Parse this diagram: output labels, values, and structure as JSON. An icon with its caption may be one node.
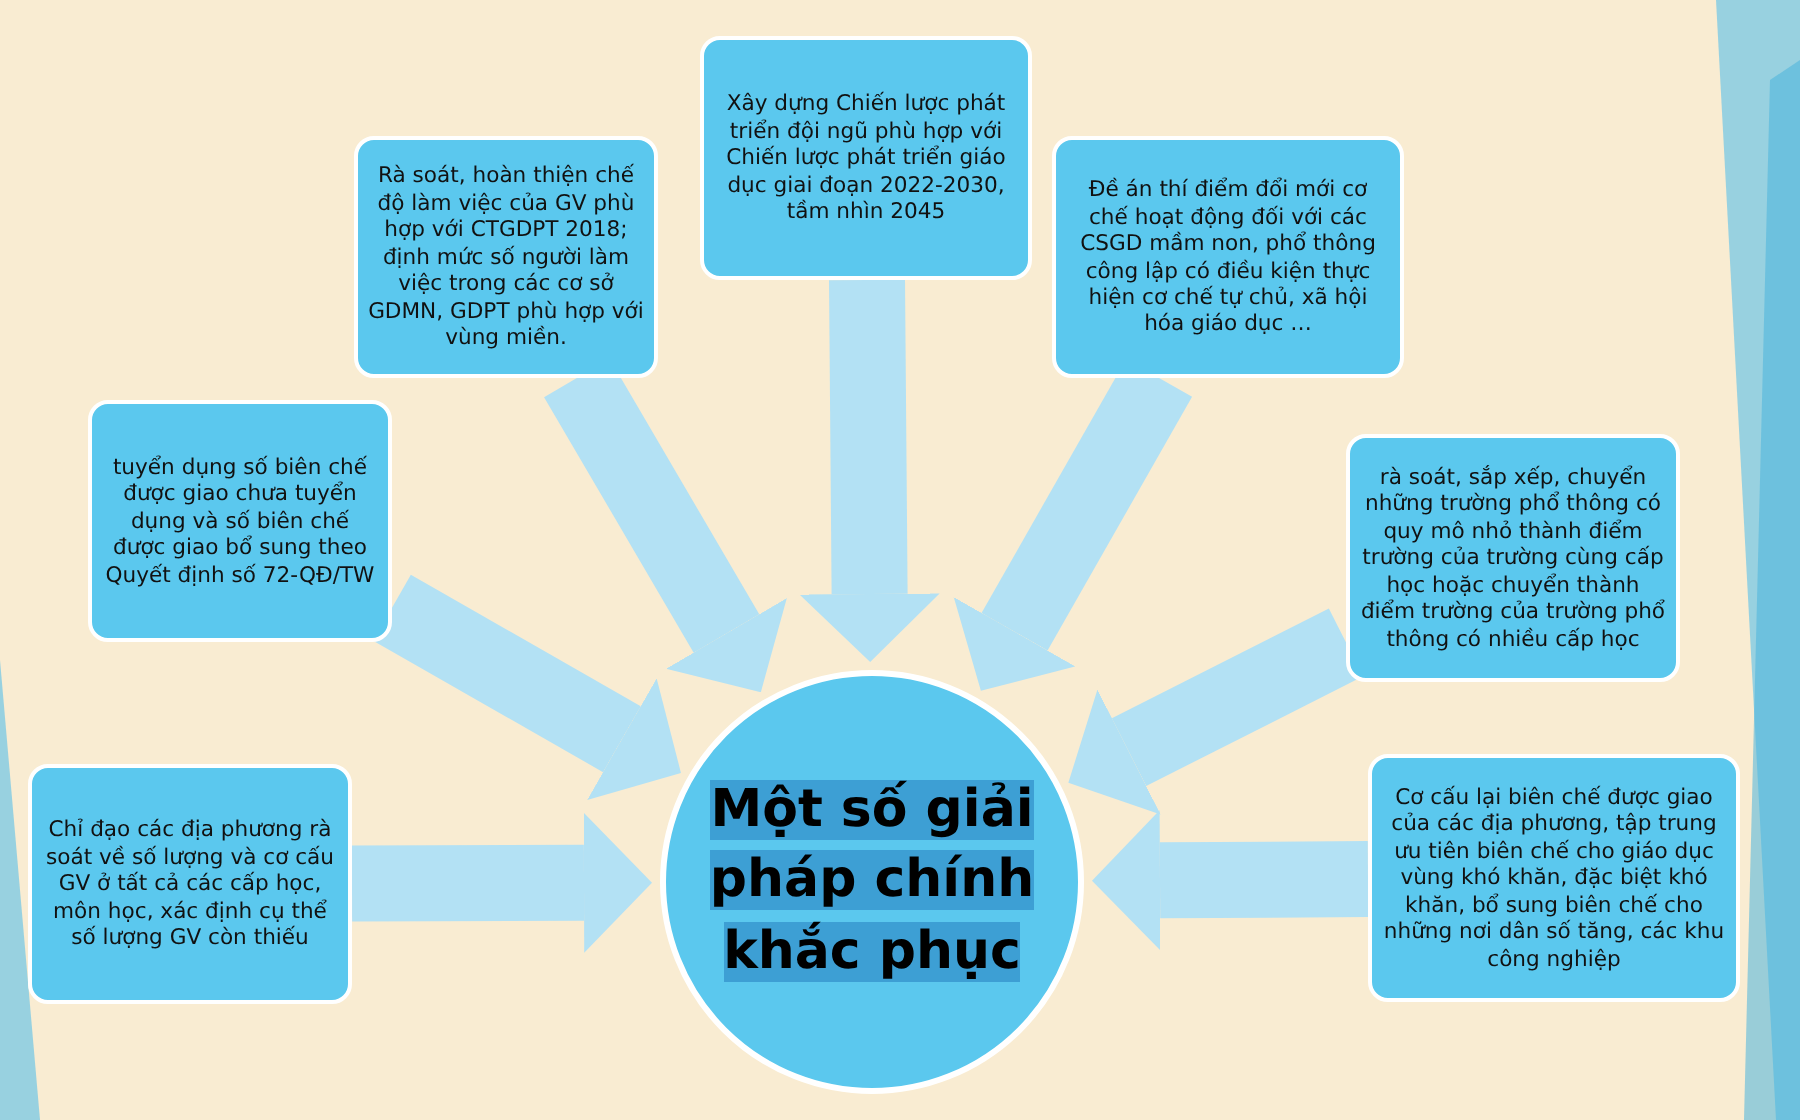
{
  "diagram": {
    "nodes": [
      {
        "text": [
          "Một số giải pháp chính khắc phục"
        ]
      },
      {
        "text": [
          "Chỉ đạo các địa phương rà soát về số lượng và cơ cấu GV ở tất cả các cấp học, môn học, xác định cụ thể số lượng GV còn thiếu"
        ]
      },
      {
        "text": [
          "tuyển dụng số biên chế được giao chưa tuyển dụng và số biên chế được giao bổ sung theo Quyết định số 72-QĐ/TW"
        ]
      },
      {
        "text": [
          "Rà soát, hoàn thiện chế độ làm việc của GV phù hợp với CTGDPT 2018; định mức số người làm việc trong các cơ sở GDMN, GDPT phù hợp với vùng miền."
        ]
      },
      {
        "text": [
          "Xây dựng Chiến lược phát triển đội ngũ phù hợp với Chiến lược phát triển giáo dục giai đoạn 2022-2030, tầm nhìn 2045"
        ]
      },
      {
        "text": [
          "Đề án thí điểm đổi mới cơ chế hoạt động đối với các CSGD mầm non, phổ thông công lập có điều kiện thực hiện cơ chế tự chủ, xã hội hóa giáo dục …"
        ]
      },
      {
        "text": [
          "rà soát, sắp xếp, chuyển những trường phổ thông có quy mô nhỏ thành điểm trường của trường cùng cấp học hoặc chuyển thành điểm trường của trường phổ thông có nhiều cấp học"
        ]
      },
      {
        "text": [
          "Cơ cấu lại biên chế được giao của các địa phương, tập trung ưu tiên biên chế cho giáo dục vùng khó khăn, đặc biệt khó khăn, bổ sung biên chế cho những nơi dân số tăng, các khu công nghiệp"
        ]
      }
    ],
    "edges": [
      {
        "from": 1,
        "to": 0,
        "arrow": "to"
      },
      {
        "from": 2,
        "to": 0,
        "arrow": "to"
      },
      {
        "from": 3,
        "to": 0,
        "arrow": "to"
      },
      {
        "from": 4,
        "to": 0,
        "arrow": "to"
      },
      {
        "from": 5,
        "to": 0,
        "arrow": "to"
      },
      {
        "from": 6,
        "to": 0,
        "arrow": "to"
      },
      {
        "from": 7,
        "to": 0,
        "arrow": "to"
      }
    ]
  }
}
